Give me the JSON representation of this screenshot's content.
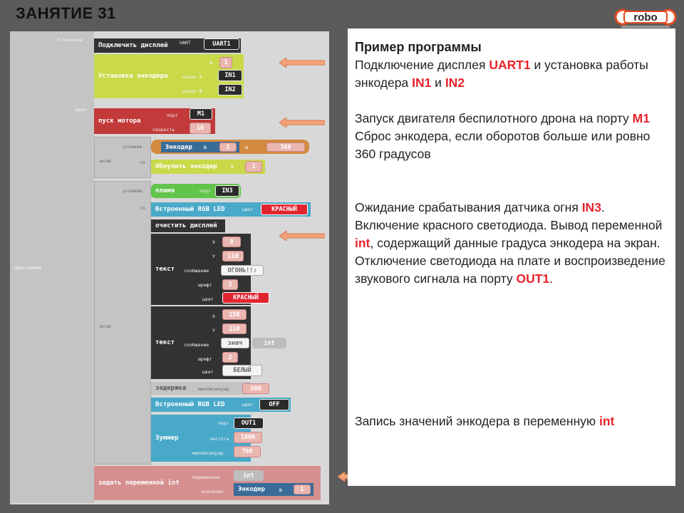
{
  "slide": {
    "title": "ЗАНЯТИЕ  31",
    "logo_text": "robo"
  },
  "panel": {
    "heading": "Пример программы",
    "p1": [
      {
        "t": "Подключение дисплея "
      },
      {
        "t": "UART1",
        "hl": true
      },
      {
        "t": " и установка работы энкодера "
      },
      {
        "t": "IN1",
        "hl": true
      },
      {
        "t": " и "
      },
      {
        "t": "IN2",
        "hl": true
      }
    ],
    "p2": [
      {
        "t": "Запуск двигателя беспилотного дрона на порту "
      },
      {
        "t": "M1",
        "hl": true
      }
    ],
    "p3": [
      {
        "t": "Сброс энкодера, если оборотов больше или ровно 360 градусов"
      }
    ],
    "p4": [
      {
        "t": "Ожидание срабатывания датчика огня "
      },
      {
        "t": "IN3",
        "hl": true
      },
      {
        "t": ". Включение красного светодиода. Вывод переменной "
      },
      {
        "t": "int",
        "hl": true
      },
      {
        "t": ", содержащий данные градуса энкодера на экран. Отключение светодиода на плате и воспроизведение звукового сигнала на порту "
      },
      {
        "t": "OUT1",
        "hl": true
      },
      {
        "t": "."
      }
    ],
    "p5": [
      {
        "t": "Запись значений энкодера в переменную "
      },
      {
        "t": "int",
        "hl": true
      }
    ]
  },
  "program": {
    "root_label": "Программа",
    "setup_label": "Установка",
    "loop_label": "Цикл",
    "if_label": "если",
    "cond_label": "условие",
    "then_label": "то",
    "display": {
      "label": "Подключить дисплей",
      "slot": "UART",
      "port": "UART1"
    },
    "encoder_setup": {
      "label": "Установка энкодера",
      "num_label": "№",
      "num": "1",
      "ch_a_label": "канал A",
      "ch_a": "IN1",
      "ch_b_label": "канал B",
      "ch_b": "IN2"
    },
    "motor": {
      "label": "пуск мотора",
      "port_label": "порт",
      "port": "M1",
      "speed_label": "скорость",
      "speed": "10"
    },
    "compare": {
      "enc_label": "Энкодер",
      "num_label": "№",
      "num": "1",
      "op": "≥",
      "value": "360"
    },
    "reset": {
      "label": "Обнулить энкодер",
      "num_label": "№",
      "num": "1"
    },
    "flame": {
      "label": "пламя",
      "port_label": "порт",
      "port": "IN3"
    },
    "led1": {
      "label": "Встроенный RGB LED",
      "color_label": "цвет",
      "color": "КРАСНЫЙ"
    },
    "clear": {
      "label": "очистить дисплей"
    },
    "text1": {
      "label": "текст",
      "x_label": "X",
      "x": "0",
      "y_label": "Y",
      "y": "110",
      "msg_label": "сообщение",
      "msg": "ОГОНЬ!!:",
      "font_label": "шрифт",
      "font": "2",
      "color_label": "цвет",
      "color": "КРАСНЫЙ"
    },
    "text2": {
      "label": "текст",
      "x_label": "X",
      "x": "150",
      "y_label": "Y",
      "y": "110",
      "msg_label": "сообщение",
      "msg_prefix": "знач",
      "msg": "int",
      "font_label": "шрифт",
      "font": "2",
      "color_label": "цвет",
      "color": "БЕЛЫЙ"
    },
    "delay": {
      "label": "задержка",
      "ms_label": "миллисекунд",
      "ms": "500"
    },
    "led2": {
      "label": "Встроенный RGB LED",
      "color_label": "цвет",
      "color": "OFF"
    },
    "buzzer": {
      "label": "Зуммер",
      "port_label": "порт",
      "port": "OUT1",
      "freq_label": "частота",
      "freq": "1000",
      "ms_label": "миллисекунд",
      "ms": "700"
    },
    "setvar": {
      "label": "задать переменной int",
      "var_label": "переменная",
      "var": "int",
      "value_label": "значение",
      "enc_label": "Энкодер",
      "num_label": "№",
      "num": "1"
    }
  },
  "colors": {
    "accent_red": "#e8232a",
    "background": "#5b5b5b",
    "arrow": "#f4a27a"
  }
}
